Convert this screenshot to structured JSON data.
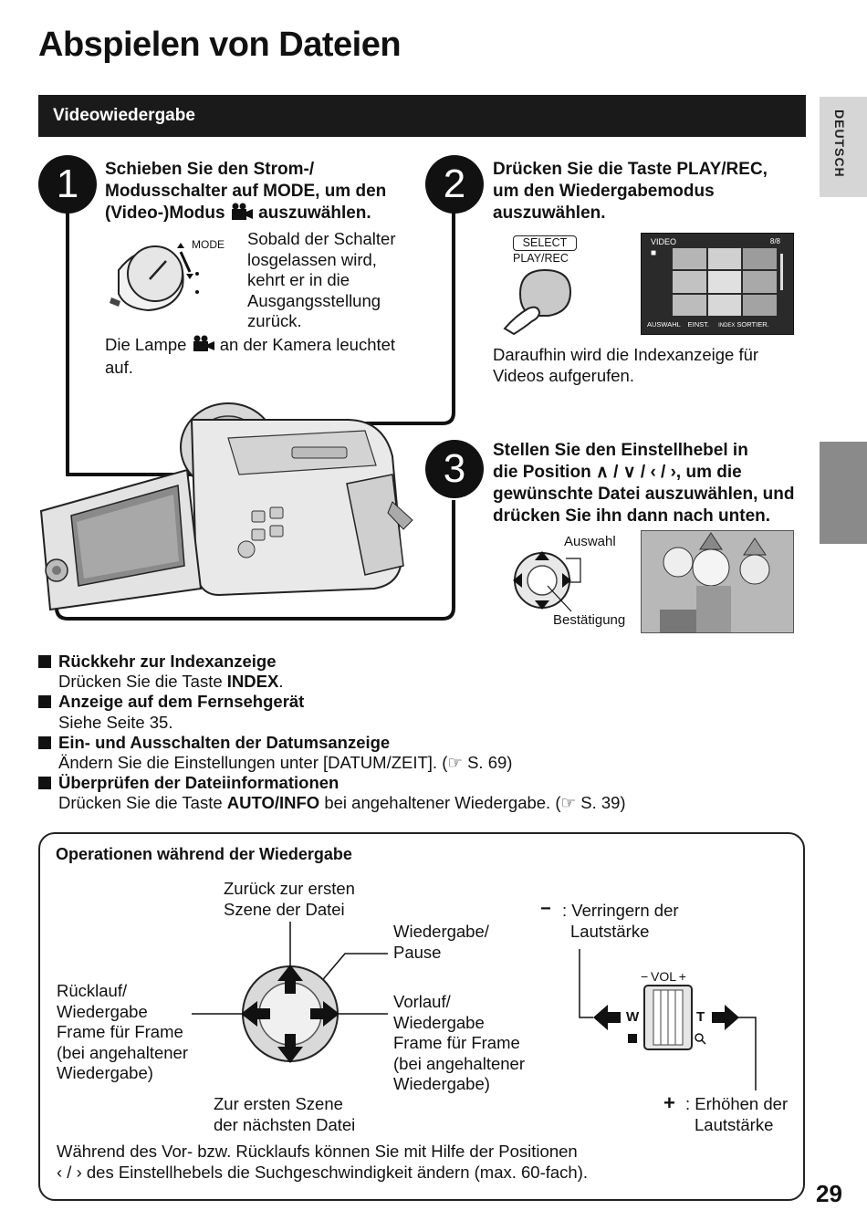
{
  "page": {
    "title": "Abspielen von Dateien",
    "section": "Videowiedergabe",
    "language_tab": "DEUTSCH",
    "page_number": "29"
  },
  "step1": {
    "number": "1",
    "title_line1": "Schieben Sie den Strom-/",
    "title_line2": "Modusschalter auf MODE, um den",
    "title_line3_pre": "(Video-)Modus",
    "title_line3_post": "auszuwählen.",
    "mode_label": "MODE",
    "note_lines": [
      "Sobald der Schalter",
      "losgelassen wird,",
      "kehrt er in die",
      "Ausgangsstellung",
      "zurück."
    ],
    "lamp_pre": "Die Lampe",
    "lamp_post": "an der Kamera leuchtet",
    "lamp_line2": "auf."
  },
  "step2": {
    "number": "2",
    "title_lines": [
      "Drücken Sie die Taste PLAY/REC,",
      "um den Wiedergabemodus",
      "auszuwählen."
    ],
    "button_top": "SELECT",
    "button_bottom": "PLAY/REC",
    "screen_label": "VIDEO",
    "screen_counter": "8/8",
    "screen_footer_1": "AUSWAHL",
    "screen_footer_2": "EINST.",
    "screen_footer_3": "SORTIER.",
    "screen_footer_index": "INDEX",
    "result_lines": [
      "Daraufhin wird die Indexanzeige für",
      "Videos aufgerufen."
    ]
  },
  "step3": {
    "number": "3",
    "title_lines": [
      "Stellen Sie den Einstellhebel in",
      "die Position ∧ / ∨ / ‹ / ›, um die",
      "gewünschte Datei auszuwählen, und",
      "drücken Sie ihn dann nach unten."
    ],
    "label_select": "Auswahl",
    "label_confirm": "Bestätigung"
  },
  "bullets": [
    {
      "heading": "Rückkehr zur Indexanzeige",
      "text_pre": "Drücken Sie die Taste ",
      "text_bold": "INDEX",
      "text_post": "."
    },
    {
      "heading": "Anzeige auf dem Fernsehgerät",
      "text_pre": "Siehe Seite 35.",
      "text_bold": "",
      "text_post": ""
    },
    {
      "heading": "Ein- und Ausschalten der Datumsanzeige",
      "text_pre": "Ändern Sie die Einstellungen unter [DATUM/ZEIT]. (☞ S. 69)",
      "text_bold": "",
      "text_post": ""
    },
    {
      "heading": "Überprüfen der Dateiinformationen",
      "text_pre": "Drücken Sie die Taste ",
      "text_bold": "AUTO/INFO",
      "text_post": " bei angehaltener Wiedergabe. (☞ S. 39)"
    }
  ],
  "operations": {
    "title": "Operationen während der Wiedergabe",
    "up_lines": [
      "Zurück zur ersten",
      "Szene der Datei"
    ],
    "center_lines": [
      "Wiedergabe/",
      "Pause"
    ],
    "left_lines": [
      "Rücklauf/",
      "Wiedergabe",
      "Frame für Frame",
      "(bei angehaltener",
      "Wiedergabe)"
    ],
    "right_lines": [
      "Vorlauf/",
      "Wiedergabe",
      "Frame für Frame",
      "(bei angehaltener",
      "Wiedergabe)"
    ],
    "down_lines": [
      "Zur ersten Szene",
      "der nächsten Datei"
    ],
    "vol_minus_symbol": "−",
    "vol_minus_lines": [
      ": Verringern der",
      "Lautstärke"
    ],
    "vol_label": "VOL",
    "vol_w": "W",
    "vol_t": "T",
    "vol_plus_symbol": "+",
    "vol_plus_lines": [
      ": Erhöhen der",
      "Lautstärke"
    ],
    "footer_lines": [
      "Während des Vor- bzw. Rücklaufs können Sie mit Hilfe der Positionen",
      "‹ / › des Einstellhebels die Suchgeschwindigkeit ändern (max. 60-fach)."
    ]
  }
}
